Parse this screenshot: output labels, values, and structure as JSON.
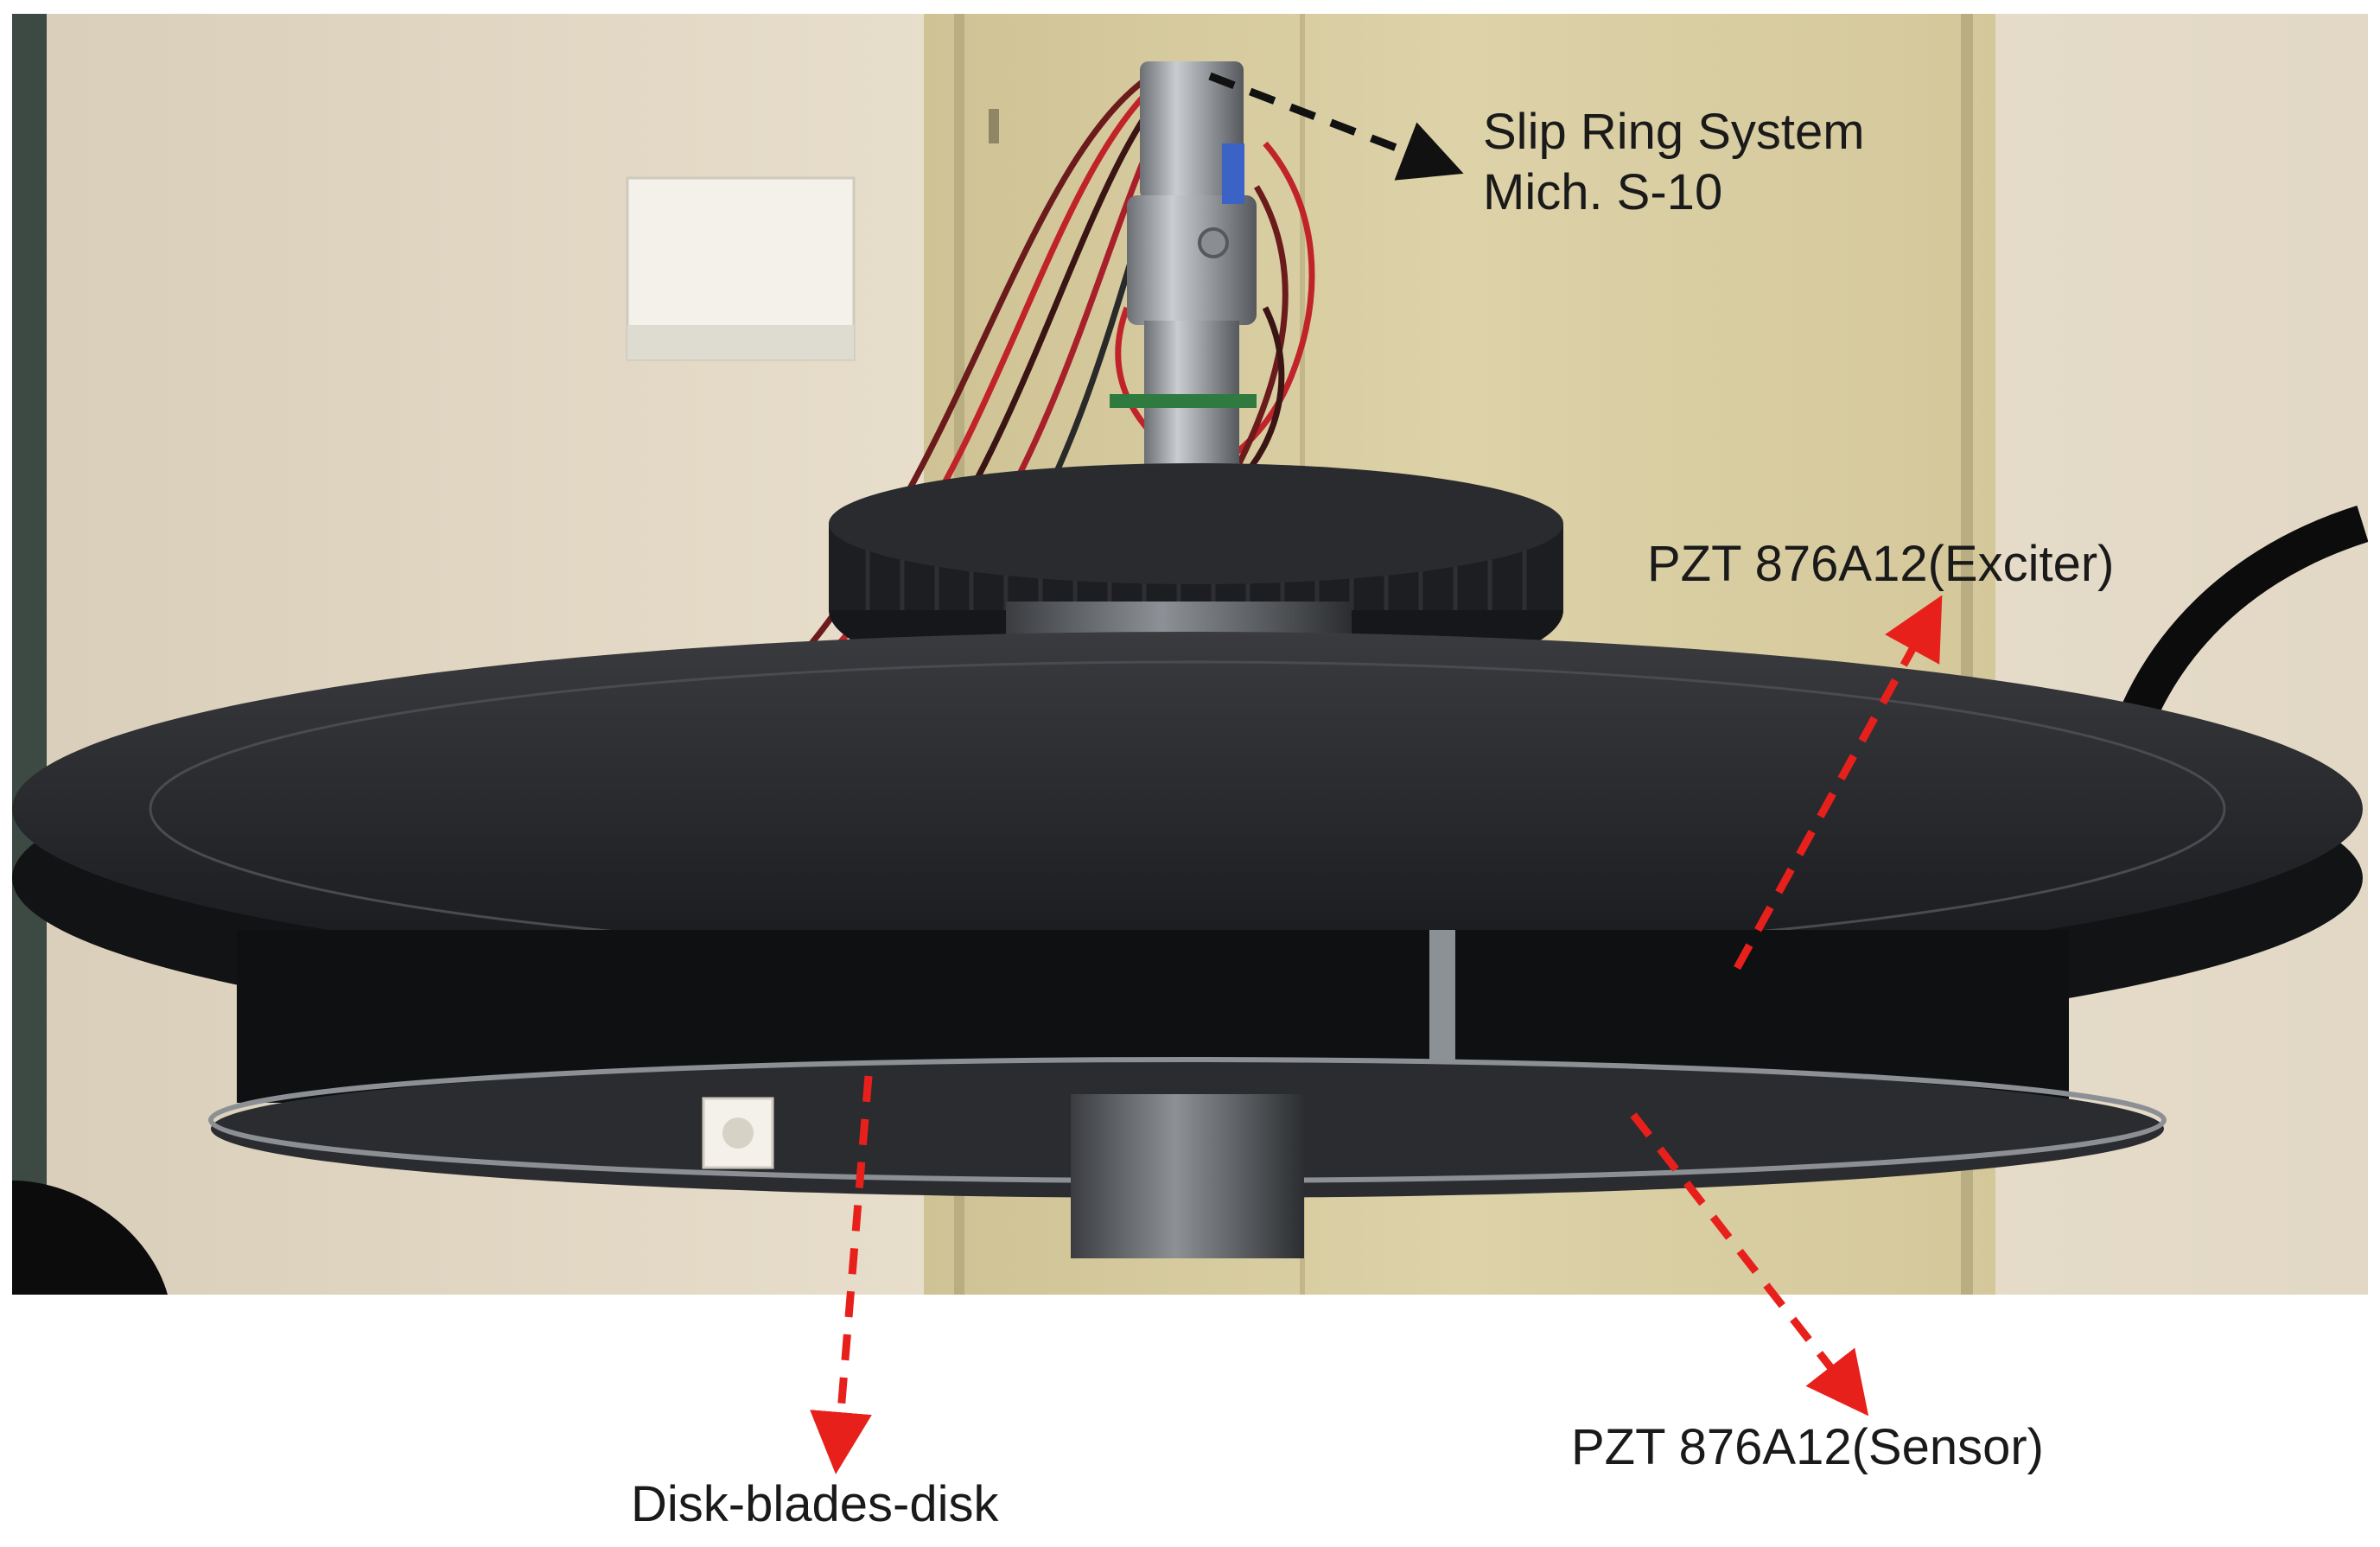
{
  "labels": {
    "slip_ring": {
      "line1": "Slip Ring System",
      "line2": "Mich. S-10"
    },
    "exciter": "PZT 876A12(Exciter)",
    "sensor": "PZT 876A12(Sensor)",
    "disk": "Disk-blades-disk"
  },
  "colors": {
    "callout_black": "#111111",
    "callout_red": "#e8201c",
    "wall": "#e6dccb",
    "door": "#d8cda0",
    "disk": "#1c1d20"
  }
}
